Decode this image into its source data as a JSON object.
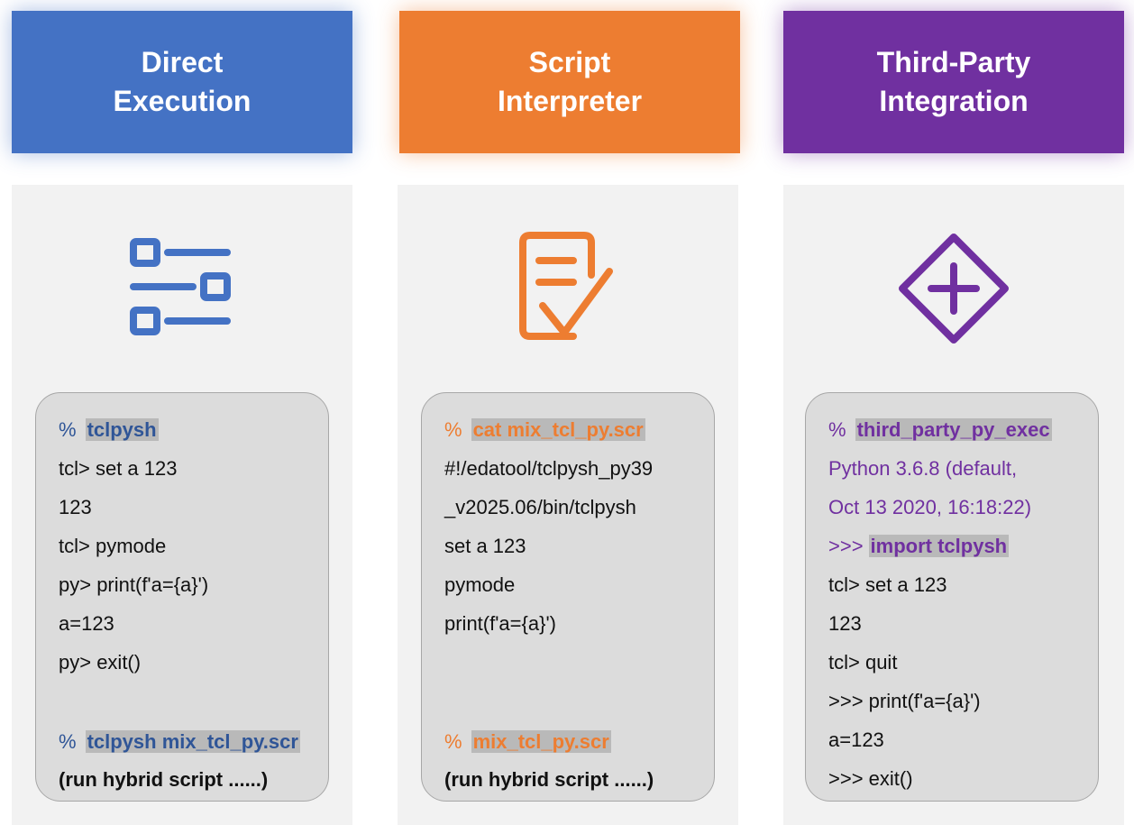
{
  "colors": {
    "blue": "#4472c4",
    "orange": "#ed7d31",
    "purple": "#7030a0",
    "blue_text": "#2f5597",
    "orange_text": "#ed7d31",
    "purple_text": "#7030a0"
  },
  "columns": [
    {
      "title_line1": "Direct",
      "title_line2": "Execution",
      "icon": "list-settings-icon",
      "lines": [
        {
          "prompt": "%",
          "text": "tclpysh"
        },
        {
          "text": "tcl> set a 123"
        },
        {
          "text": "123"
        },
        {
          "text": "tcl> pymode"
        },
        {
          "text": "py> print(f'a={a}')"
        },
        {
          "text": "a=123"
        },
        {
          "text": "py> exit()"
        },
        {
          "prompt": "%",
          "text": "tclpysh mix_tcl_py.scr"
        },
        {
          "text": "(run hybrid script ......)"
        }
      ]
    },
    {
      "title_line1": "Script",
      "title_line2": "Interpreter",
      "icon": "script-check-icon",
      "lines": [
        {
          "prompt": "%",
          "text": "cat mix_tcl_py.scr"
        },
        {
          "text": "#!/edatool/tclpysh_py39"
        },
        {
          "text": "_v2025.06/bin/tclpysh"
        },
        {
          "text": "set a 123"
        },
        {
          "text": "pymode"
        },
        {
          "text": "print(f'a={a}')"
        },
        {
          "prompt": "%",
          "text": "mix_tcl_py.scr"
        },
        {
          "text": "(run hybrid script ......)"
        }
      ]
    },
    {
      "title_line1": "Third-Party",
      "title_line2": "Integration",
      "icon": "diamond-plus-icon",
      "lines": [
        {
          "prompt": "%",
          "text": "third_party_py_exec"
        },
        {
          "text": "Python 3.6.8 (default,"
        },
        {
          "text": "Oct 13 2020, 16:18:22)"
        },
        {
          "prompt": ">>>",
          "text": "import tclpysh"
        },
        {
          "text": "tcl> set a 123"
        },
        {
          "text": "123"
        },
        {
          "text": "tcl> quit"
        },
        {
          "text": ">>> print(f'a={a}')"
        },
        {
          "text": "a=123"
        },
        {
          "text": ">>> exit()"
        }
      ]
    }
  ]
}
